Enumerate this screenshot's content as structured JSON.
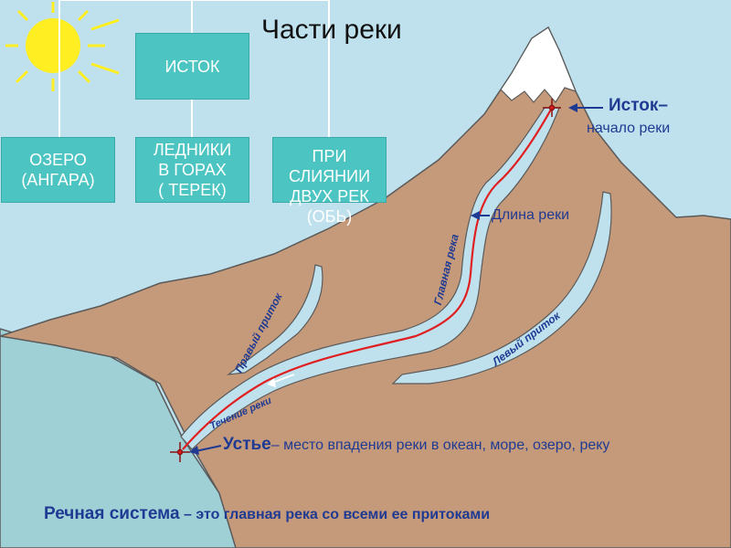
{
  "title": "Части реки",
  "boxes": {
    "source": "ИСТОК",
    "lake": "ОЗЕРО\n(АНГАРА)",
    "glaciers": "ЛЕДНИКИ\nВ ГОРАХ\n( ТЕРЕК)",
    "confluence": "ПРИ\nСЛИЯНИИ\nДВУХ РЕК\n(ОБЬ)"
  },
  "labels": {
    "source_bold": "Исток–",
    "source_desc": "начало реки",
    "length": "Длина реки",
    "main_river": "Главная река",
    "right_tributary": "Правый приток",
    "left_tributary": "Левый приток",
    "flow": "Течение реки",
    "mouth_bold": "Устье",
    "mouth_desc": "– место впадения реки в океан, море, озеро, реку",
    "system_bold": "Речная система",
    "system_desc": " – это главная река со всеми ее притоками"
  },
  "colors": {
    "sky": "#bfe1ee",
    "mountain": "#c59a7a",
    "water": "#bfe1ee",
    "sea": "#9fd0d6",
    "box": "#4cc4c2",
    "sun": "#ffee22",
    "river_line": "#e02020",
    "label_blue": "#1f3a93"
  }
}
